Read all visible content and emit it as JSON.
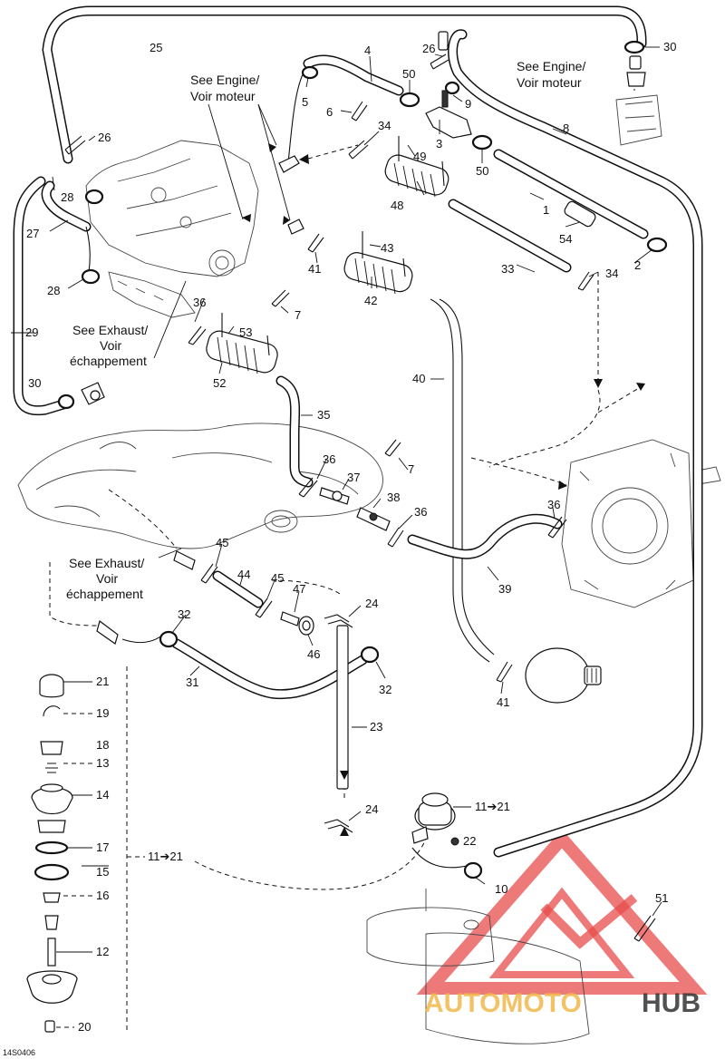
{
  "figure_code": "14S0406",
  "notes": {
    "engine_center": [
      "See Engine/",
      "Voir moteur"
    ],
    "engine_right": [
      "See Engine/",
      "Voir moteur"
    ],
    "exhaust_left": [
      "See Exhaust/",
      "Voir",
      "échappement"
    ],
    "exhaust_lower": [
      "See Exhaust/",
      "Voir",
      "échappement"
    ]
  },
  "labels": {
    "p1": "1",
    "p2": "2",
    "p3": "3",
    "p4": "4",
    "p5": "5",
    "p6": "6",
    "p7a": "7",
    "p7b": "7",
    "p8": "8",
    "p9": "9",
    "p10": "10",
    "p11to21_top": "11➔21",
    "p11to21_side": "11➔21",
    "p12": "12",
    "p13": "13",
    "p14": "14",
    "p15": "15",
    "p16": "16",
    "p17": "17",
    "p18": "18",
    "p19": "19",
    "p20": "20",
    "p21": "21",
    "p22": "22",
    "p23": "23",
    "p24a": "24",
    "p24b": "24",
    "p25": "25",
    "p26a": "26",
    "p26b": "26",
    "p27": "27",
    "p28a": "28",
    "p28b": "28",
    "p29": "29",
    "p30a": "30",
    "p30b": "30",
    "p31": "31",
    "p32a": "32",
    "p32b": "32",
    "p33": "33",
    "p34a": "34",
    "p34b": "34",
    "p35": "35",
    "p36a": "36",
    "p36b": "36",
    "p36c": "36",
    "p36d": "36",
    "p37": "37",
    "p38": "38",
    "p39": "39",
    "p40": "40",
    "p41a": "41",
    "p41b": "41",
    "p42": "42",
    "p43": "43",
    "p44": "44",
    "p45a": "45",
    "p45b": "45",
    "p46": "46",
    "p47": "47",
    "p48": "48",
    "p49": "49",
    "p50a": "50",
    "p50b": "50",
    "p51": "51",
    "p52": "52",
    "p53": "53",
    "p54": "54"
  },
  "watermark": {
    "word1": "AUTOMOTO",
    "word2": "HUB",
    "color_primary": "#f2b84b",
    "color_secondary": "#333333",
    "color_logo": "#e74c4c"
  }
}
